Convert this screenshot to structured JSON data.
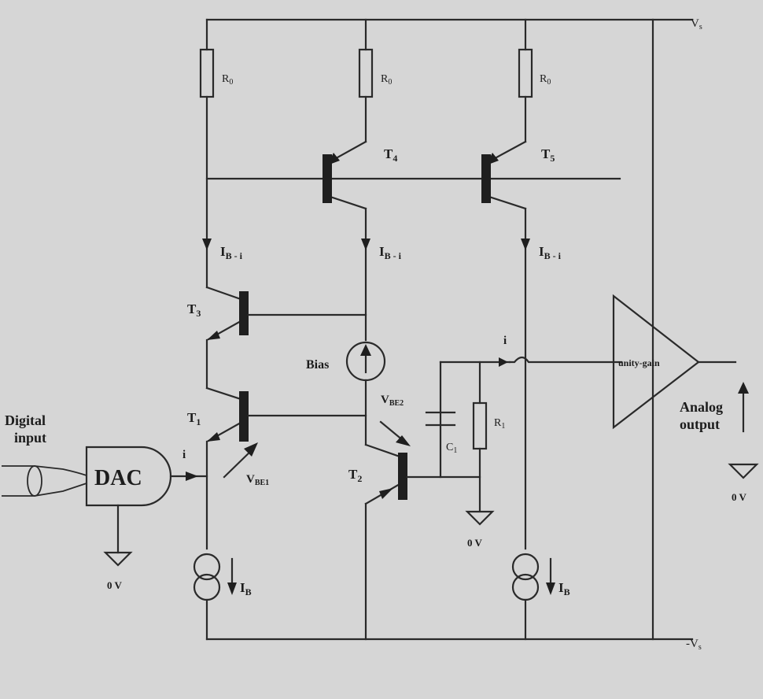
{
  "supply": {
    "pos": "V",
    "pos_sub": "s",
    "neg": "-V",
    "neg_sub": "s"
  },
  "resistors": {
    "r0_main": "R",
    "r0_sub": "0",
    "r1_main": "R",
    "r1_sub": "1"
  },
  "capacitor": {
    "main": "C",
    "sub": "1"
  },
  "transistors": {
    "t1": {
      "main": "T",
      "sub": "1"
    },
    "t2": {
      "main": "T",
      "sub": "2"
    },
    "t3": {
      "main": "T",
      "sub": "3"
    },
    "t4": {
      "main": "T",
      "sub": "4"
    },
    "t5": {
      "main": "T",
      "sub": "5"
    }
  },
  "currents": {
    "ib_i": "I",
    "ib_i_sub": "B - i",
    "ib": "I",
    "ib_sub": "B",
    "i": "i"
  },
  "voltages": {
    "vbe1_main": "V",
    "vbe1_sub": "BE1",
    "vbe2_main": "V",
    "vbe2_sub": "BE2"
  },
  "bias_label": "Bias",
  "dac_label": "DAC",
  "digital_input": [
    "Digital",
    "input"
  ],
  "buffer_label": "unity-gain",
  "analog_output": [
    "Analog",
    "output"
  ],
  "ground_label": "0 V"
}
